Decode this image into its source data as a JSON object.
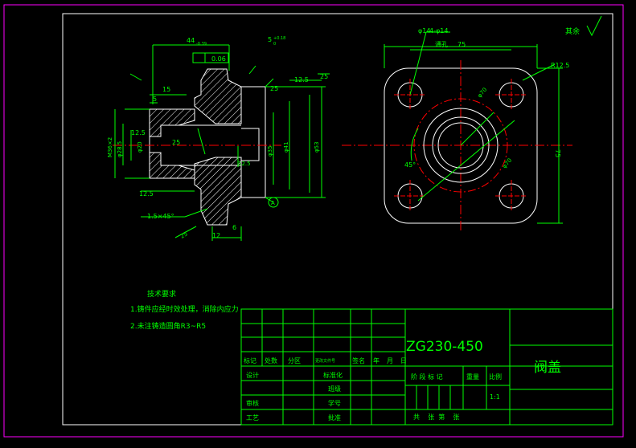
{
  "colors": {
    "background": "#000000",
    "outer_frame": "#ff00ff",
    "geometry": "#ffffff",
    "dimension": "#00ff00",
    "centerline": "#ff0000",
    "hatch": "#ffffff"
  },
  "notes": {
    "title": "技术要求",
    "item1": "1.铸件应经时效处理，消除内应力",
    "item2": "2.未注铸造圆角R3~R5"
  },
  "surface_finish_other": "其余",
  "section_view": {
    "dims": {
      "d44": "44",
      "d44_tol": "-0.39",
      "flatness": "0.06",
      "d15": "15",
      "d5": "5",
      "d12_5a": "12.5",
      "d12_5b": "12.5",
      "d12_5c": "12.5",
      "d25a": "25",
      "d25b": "25",
      "d25c": "25",
      "d12": "12",
      "d6": "6",
      "chamfer": "1.5×45°",
      "thread": "M36×2",
      "phi28_5": "φ28.5",
      "phi20": "φ20",
      "phi41": "φ41",
      "phi35": "φ35",
      "phi53": "φ53",
      "ra12_5": "12.5",
      "ra25": "25",
      "tol_top": "+0.18",
      "tol_top2": "0",
      "d5b": "5",
      "datum": "A"
    }
  },
  "plan_view": {
    "dims": {
      "holes": "4-φ14",
      "phi14": "φ14",
      "equal": "通孔",
      "d75a": "75",
      "d75b": "75",
      "r12_5": "R12.5",
      "phi70": "φ70",
      "angle": "45°"
    }
  },
  "title_block": {
    "material": "ZG230-450",
    "part_name": "阀盖",
    "headers": [
      "标记",
      "处数",
      "分区",
      "更改文件号",
      "签名",
      "年",
      "月",
      "日"
    ],
    "design": "设计",
    "standard": "标准化",
    "class_label": "班级",
    "review": "审核",
    "student_no": "学号",
    "process": "工艺",
    "approve": "批准",
    "stage": "阶 段 标 记",
    "weight": "重量",
    "scale": "比例",
    "scale_value": "1:1",
    "sheets": "共    张  第    张"
  }
}
